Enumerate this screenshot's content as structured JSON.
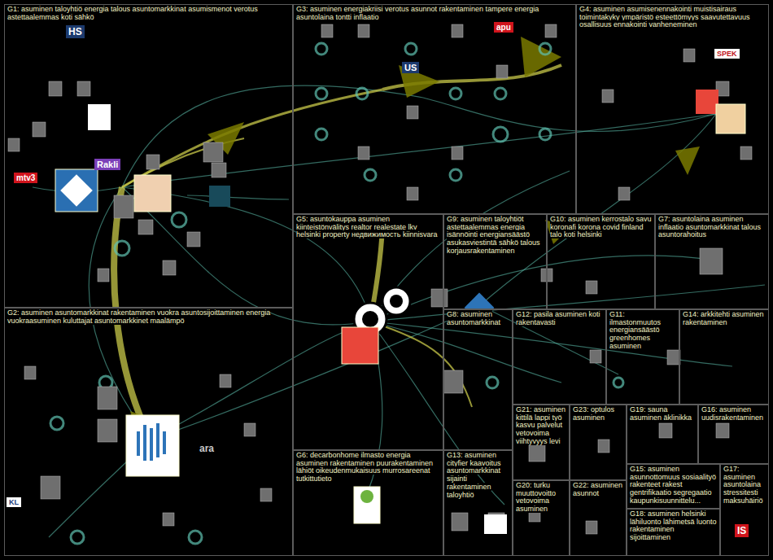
{
  "diagram": {
    "nodes": [
      {
        "text": [
          "G1: asuminen taloyhtiö energia talous asuntomarkkinat asumismenot verotus astettaalemmas koti sähkö"
        ]
      },
      {
        "text": [
          "G3: asuminen energiakriisi verotus asunnot rakentaminen tampere energia asuntolaina tontti inflaatio"
        ]
      },
      {
        "text": [
          "G4: asuminen asumisenennakointi muistisairaus toimintakyky ympäristö esteettömyys saavutettavuus osallisuus ennakointi vanheneminen"
        ]
      },
      {
        "text": [
          "G5: asuntokauppa asuminen kiinteistönvälitys realtor realestate lkv helsinki property недвижимость kiinnisvara"
        ]
      },
      {
        "text": [
          "G9: asuminen taloyhtiöt astettaalemmas energia isännöinti energiansäästö asukasviestintä sähkö talous korjausrakentaminen"
        ]
      },
      {
        "text": [
          "G10: asuminen kerrostalo savu koronafi korona covid finland talo koti helsinki"
        ]
      },
      {
        "text": [
          "G7: asuntolaina asuminen inflaatio asuntomarkkinat talous asuntorahoitus"
        ]
      },
      {
        "text": [
          "G2: asuminen asuntomarkkinat rakentaminen vuokra asuntosijoittaminen energia vuokraasuminen kuluttajat asuntomarkkinet maalämpö"
        ]
      },
      {
        "text": [
          "G8: asuminen asuntomarkkinat"
        ]
      },
      {
        "text": [
          "G12: pasila asuminen koti rakentavasti"
        ]
      },
      {
        "text": [
          "G11: ilmastonmuutos energiansäästö greenhomes asuminen"
        ]
      },
      {
        "text": [
          "G14: arkkitehti asuminen rakentaminen"
        ]
      },
      {
        "text": [
          "G21: asuminen kittilä lappi työ kasvu palvelut vetovoima viihtyvyys levi"
        ]
      },
      {
        "text": [
          "G23: optulos asuminen"
        ]
      },
      {
        "text": [
          "G19: sauna asuminen äklinikka"
        ]
      },
      {
        "text": [
          "G16: asuminen uudisrakentaminen"
        ]
      },
      {
        "text": [
          "G6: decarbonhome ilmasto energia asuminen rakentaminen puurakentaminen lähiöt oikeudenmukaisuus murrosareenat tutkittutieto"
        ]
      },
      {
        "text": [
          "G13: asuminen cityfier kaavoitus asuntomarkkinat sijainti rakentaminen taloyhtiö"
        ]
      },
      {
        "text": [
          "G15: asuminen asunnottomuus sosiaalityö rakenteet rakest gentrifikaatio segregaatio kaupunkisuunnittelu..."
        ]
      },
      {
        "text": [
          "G17: asuminen asuntolaina stressitesti maksuhäiriö"
        ]
      },
      {
        "text": [
          "G20: turku muuttovoitto vetovoima asuminen"
        ]
      },
      {
        "text": [
          "G22: asuminen asunnot"
        ]
      },
      {
        "text": [
          "G18: asuminen helsinki lähiluonto lähimetsä luonto rakentaminen sijoittaminen"
        ]
      }
    ],
    "labels": [
      "HS",
      "Rakli",
      "mtv3",
      "ara",
      "KL",
      "US",
      "apu",
      "SPEK",
      "IS"
    ]
  }
}
